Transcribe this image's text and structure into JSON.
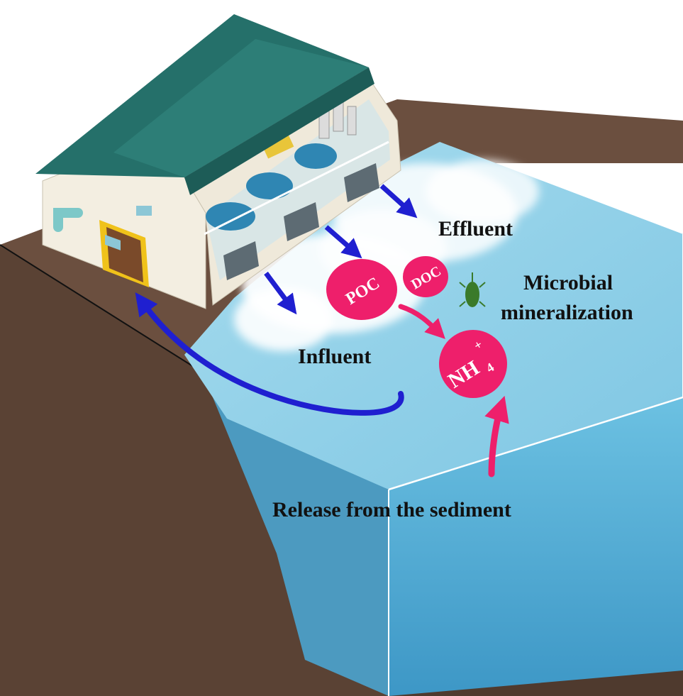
{
  "labels": {
    "effluent": "Effluent",
    "influent": "Influent",
    "microbial_line1": "Microbial",
    "microbial_line2": "mineralization",
    "release": "Release from the sediment"
  },
  "bubbles": {
    "poc": "POC",
    "doc": "DOC",
    "nh4_base": "NH",
    "nh4_sub": "4",
    "nh4_sup": "+"
  },
  "colors": {
    "water_top": "#8fd0e6",
    "water_side": "#5bb3d8",
    "soil_dark": "#5b4336",
    "soil_mid": "#6f5343",
    "roof": "#25706a",
    "wall": "#f3eee1",
    "door": "#7a4a2a",
    "door_frame": "#f0c21a",
    "flow_arrow": "#1f1fd0",
    "pink": "#ee1f6b",
    "foam": "#ffffff",
    "microbe": "#3a7a2a"
  },
  "icons": {
    "flow": "blue-flow-arrow",
    "return": "blue-return-arrow",
    "pink": "pink-transform-arrow",
    "microbe": "microbe-icon"
  }
}
